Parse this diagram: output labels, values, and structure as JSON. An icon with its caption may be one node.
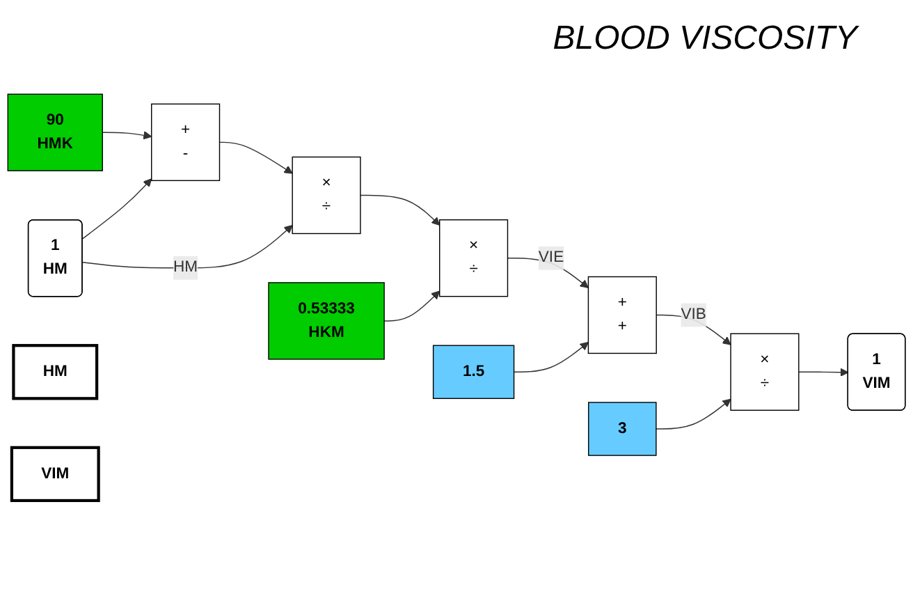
{
  "diagram": {
    "title": "BLOOD VISCOSITY",
    "nodes": [
      {
        "text": [
          "90",
          "HMK"
        ]
      },
      {
        "text": [
          "1",
          "HM"
        ]
      },
      {
        "text": [
          "+",
          "-"
        ]
      },
      {
        "text": [
          "HM"
        ]
      },
      {
        "text": [
          "×",
          "÷"
        ]
      },
      {
        "text": [
          "0.53333",
          "HKM"
        ]
      },
      {
        "text": [
          "×",
          "÷"
        ]
      },
      {
        "text": [
          "1.5"
        ]
      },
      {
        "text": [
          "+",
          "+"
        ]
      },
      {
        "text": [
          "3"
        ]
      },
      {
        "text": [
          "×",
          "÷"
        ]
      },
      {
        "text": [
          "1",
          "VIM"
        ]
      },
      {
        "text": [
          "VIM"
        ]
      }
    ],
    "edges": [
      {
        "from": 0,
        "to": 2,
        "arrow": "to"
      },
      {
        "from": 1,
        "to": 2,
        "arrow": "to"
      },
      {
        "from": 1,
        "to": 4,
        "arrow": "to",
        "label": "HM"
      },
      {
        "from": 2,
        "to": 4,
        "arrow": "to"
      },
      {
        "from": 4,
        "to": 6,
        "arrow": "to"
      },
      {
        "from": 5,
        "to": 6,
        "arrow": "to"
      },
      {
        "from": 6,
        "to": 8,
        "arrow": "to",
        "label": "VIE"
      },
      {
        "from": 7,
        "to": 8,
        "arrow": "to"
      },
      {
        "from": 8,
        "to": 10,
        "arrow": "to",
        "label": "VIB"
      },
      {
        "from": 9,
        "to": 10,
        "arrow": "to"
      },
      {
        "from": 10,
        "to": 11,
        "arrow": "to"
      }
    ]
  }
}
